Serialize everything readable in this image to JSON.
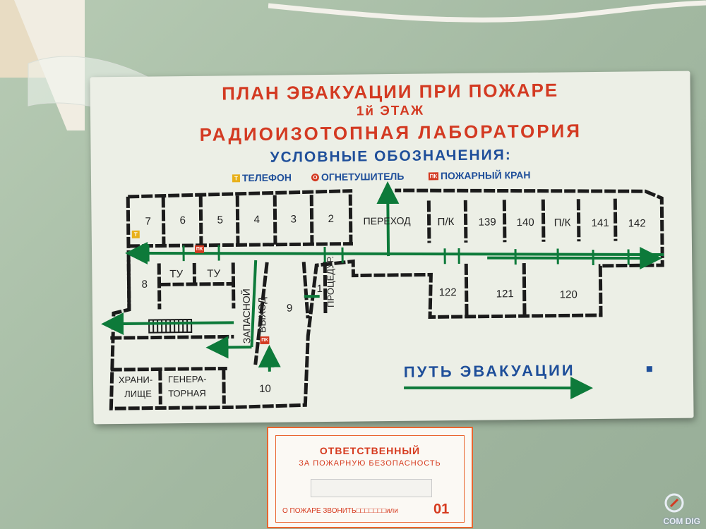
{
  "board": {
    "title": "ПЛАН ЭВАКУАЦИИ ПРИ ПОЖАРЕ",
    "floor": "1й ЭТАЖ",
    "building": "РАДИОИЗОТОПНАЯ  ЛАБОРАТОРИЯ",
    "legend_title": "УСЛОВНЫЕ ОБОЗНАЧЕНИЯ:",
    "legend": [
      {
        "symbol": "T",
        "label": "ТЕЛЕФОН",
        "color": "#e8b01a"
      },
      {
        "symbol": "O",
        "label": "ОГНЕТУШИТЕЛЬ",
        "color": "#d33a22"
      },
      {
        "symbol": "ПК",
        "label": "ПОЖАРНЫЙ КРАН",
        "color": "#d33a22"
      }
    ],
    "rooms": {
      "r7": "7",
      "r6": "6",
      "r5": "5",
      "r4": "4",
      "r3": "3",
      "r2": "2",
      "perehod": "ПЕРЕХОД",
      "pk1": "П/К",
      "r139": "139",
      "r140": "140",
      "pk2": "П/К",
      "r141": "141",
      "r142": "142",
      "r8": "8",
      "tu1": "ТУ",
      "tu2": "ТУ",
      "r9": "9",
      "r1": "1",
      "procedur": "ПРОЦЕДУР.",
      "zapasnoy": "ЗАПАСНОЙ",
      "vyhod": "ВЫХОД",
      "r122": "122",
      "r121": "121",
      "r120": "120",
      "hranilishe_1": "ХРАНИ-",
      "hranilishe_2": "ЛИЩЕ",
      "generator_1": "ГЕНЕРА-",
      "generator_2": "ТОРНАЯ",
      "r10": "10"
    },
    "evac_label": "ПУТЬ ЭВАКУАЦИИ",
    "marker_t": "T",
    "marker_pk": "ПК"
  },
  "sign": {
    "line1": "ОТВЕТСТВЕННЫЙ",
    "line2": "ЗА ПОЖАРНУЮ БЕЗОПАСНОСТЬ",
    "line3": "О ПОЖАРЕ ЗВОНИТЬ□□□□□□□или",
    "number": "01"
  },
  "watermark": "COM DIG",
  "colors": {
    "title": "#d33a22",
    "legend": "#1f4f9a",
    "path": "#0d7a3a",
    "wall": "#1b1b1b",
    "sign": "#e9652e"
  }
}
